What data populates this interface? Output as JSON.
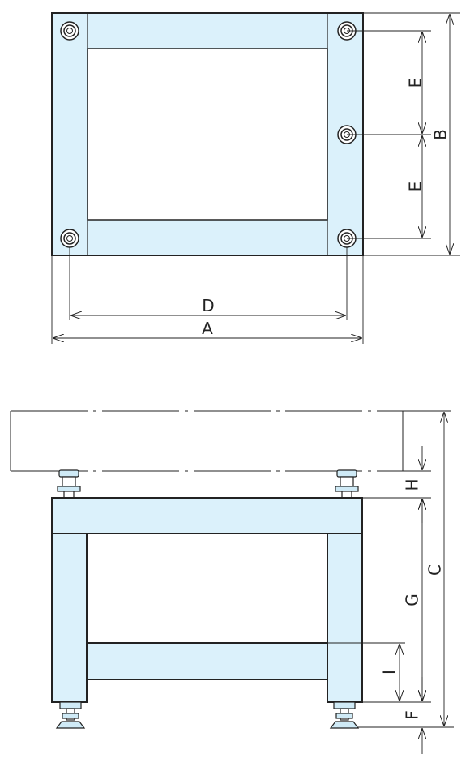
{
  "labels": {
    "a": "A",
    "b": "B",
    "c": "C",
    "d": "D",
    "e_upper": "E",
    "e_lower": "E",
    "f": "F",
    "g": "G",
    "h": "H",
    "i": "I"
  },
  "colors": {
    "frame_fill": "#dbf1fb",
    "stroke": "#222222",
    "leveler_fill": "#cfeaf6"
  }
}
